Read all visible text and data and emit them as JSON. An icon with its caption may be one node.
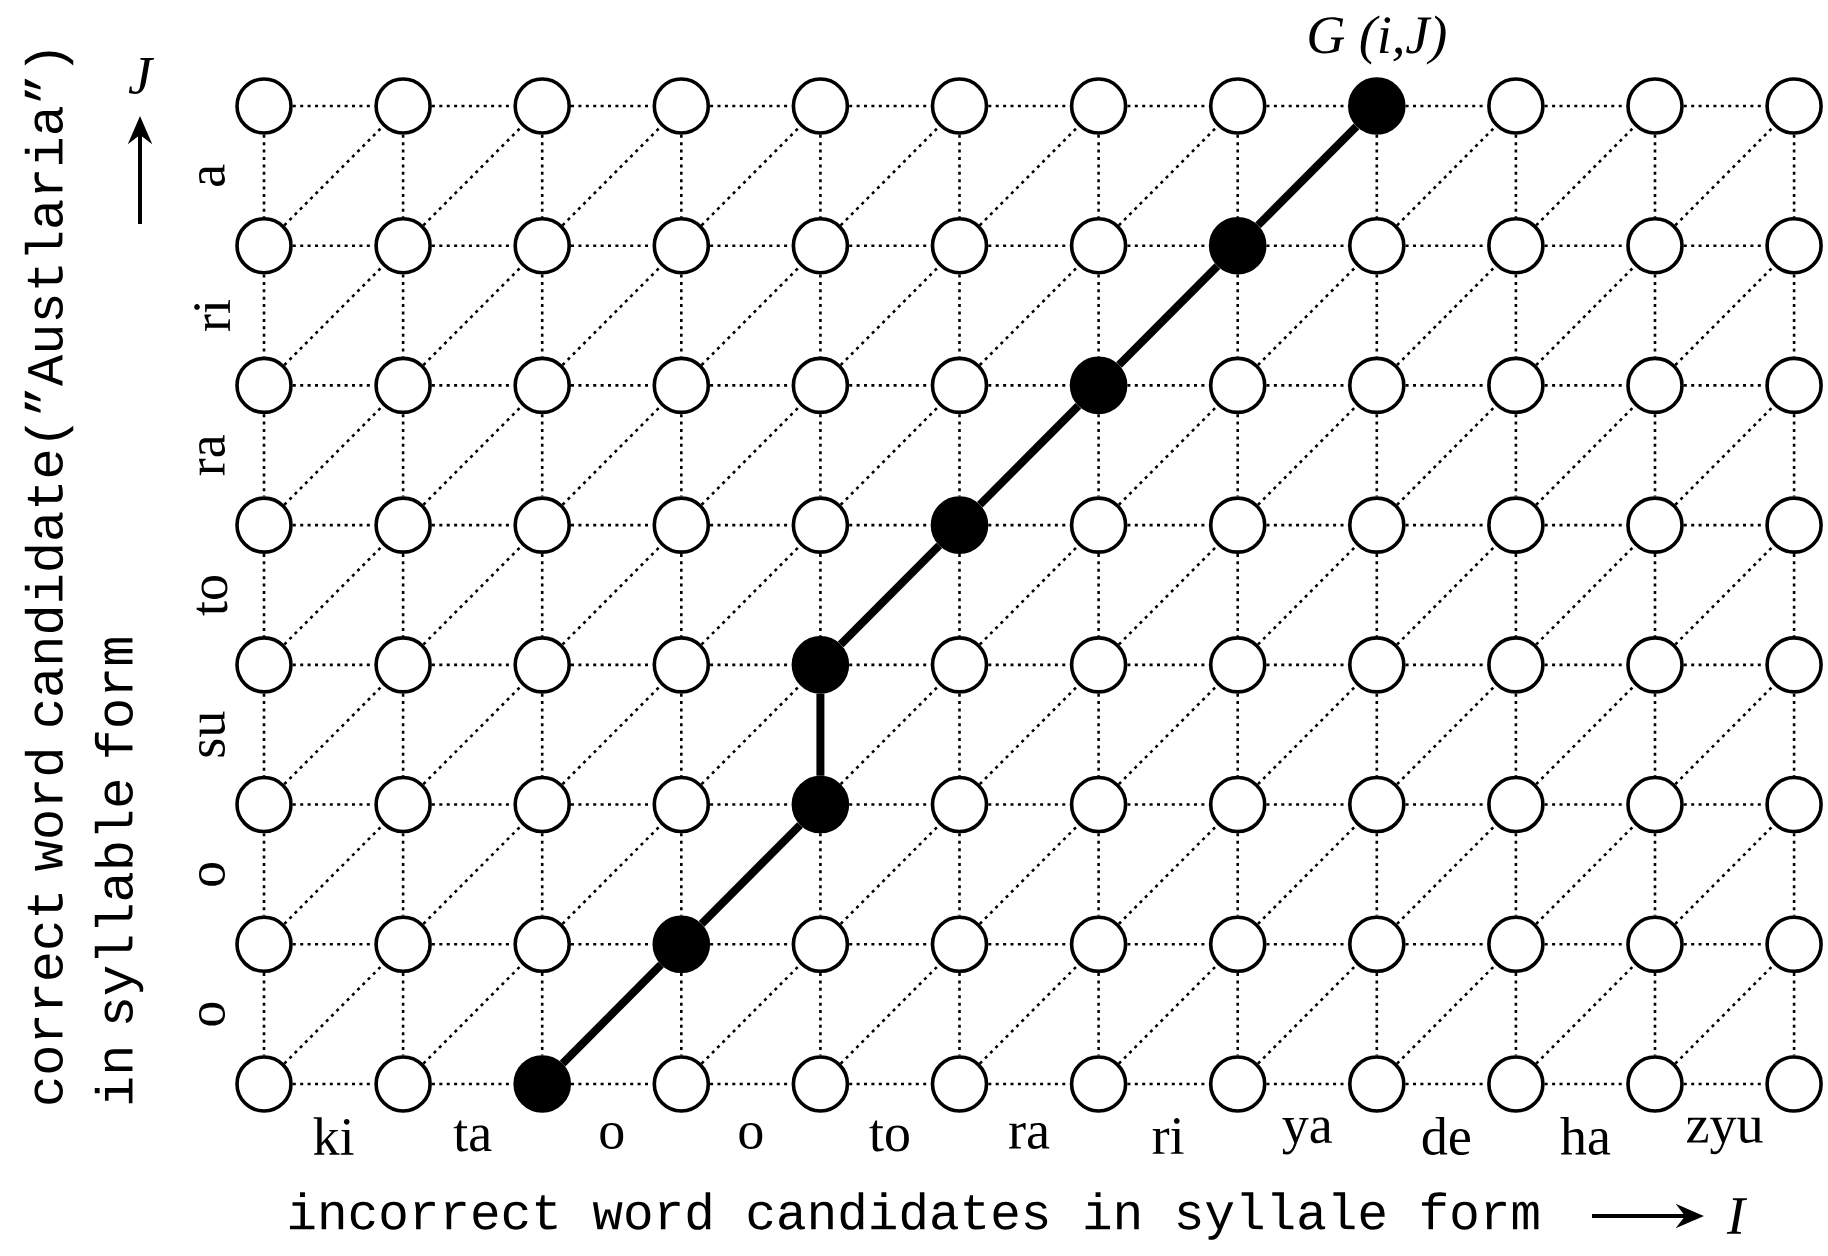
{
  "diagram": {
    "nodes": [
      {
        "text": [],
        "shape": "circle"
      },
      {
        "text": [],
        "shape": "circle"
      },
      {
        "text": [],
        "shape": "circle"
      },
      {
        "text": [],
        "shape": "circle"
      },
      {
        "text": [],
        "shape": "circle"
      },
      {
        "text": [],
        "shape": "circle"
      },
      {
        "text": [],
        "shape": "circle"
      },
      {
        "text": [],
        "shape": "circle"
      },
      {
        "text": [],
        "shape": "circle"
      },
      {
        "text": [],
        "shape": "circle"
      },
      {
        "text": [],
        "shape": "circle"
      },
      {
        "text": [],
        "shape": "circle"
      },
      {
        "text": [],
        "shape": "circle"
      },
      {
        "text": [],
        "shape": "circle"
      },
      {
        "text": [],
        "shape": "circle"
      },
      {
        "text": [],
        "shape": "circle"
      },
      {
        "text": [],
        "shape": "circle"
      },
      {
        "text": [],
        "shape": "circle"
      },
      {
        "text": [],
        "shape": "circle"
      },
      {
        "text": [],
        "shape": "circle"
      },
      {
        "text": [],
        "shape": "circle"
      },
      {
        "text": [],
        "shape": "circle"
      },
      {
        "text": [],
        "shape": "circle"
      },
      {
        "text": [],
        "shape": "circle"
      },
      {
        "text": [],
        "shape": "circle"
      },
      {
        "text": [],
        "shape": "circle"
      },
      {
        "text": [],
        "shape": "circle"
      },
      {
        "text": [],
        "shape": "circle"
      },
      {
        "text": [],
        "shape": "circle"
      },
      {
        "text": [],
        "shape": "circle"
      },
      {
        "text": [],
        "shape": "circle"
      },
      {
        "text": [],
        "shape": "circle"
      },
      {
        "text": [],
        "shape": "circle"
      },
      {
        "text": [],
        "shape": "circle"
      },
      {
        "text": [],
        "shape": "circle"
      },
      {
        "text": [],
        "shape": "circle"
      },
      {
        "text": [],
        "shape": "circle"
      },
      {
        "text": [],
        "shape": "circle"
      },
      {
        "text": [],
        "shape": "circle"
      },
      {
        "text": [],
        "shape": "circle"
      },
      {
        "text": [],
        "shape": "circle"
      },
      {
        "text": [],
        "shape": "circle"
      },
      {
        "text": [],
        "shape": "circle"
      },
      {
        "text": [],
        "shape": "circle"
      },
      {
        "text": [],
        "shape": "circle"
      },
      {
        "text": [],
        "shape": "circle"
      },
      {
        "text": [],
        "shape": "circle"
      },
      {
        "text": [],
        "shape": "circle"
      },
      {
        "text": [],
        "shape": "circle"
      },
      {
        "text": [],
        "shape": "circle"
      },
      {
        "text": [],
        "shape": "circle"
      },
      {
        "text": [],
        "shape": "circle"
      },
      {
        "text": [],
        "shape": "circle"
      },
      {
        "text": [],
        "shape": "circle"
      },
      {
        "text": [],
        "shape": "circle"
      },
      {
        "text": [],
        "shape": "circle"
      },
      {
        "text": [],
        "shape": "circle"
      },
      {
        "text": [],
        "shape": "circle"
      },
      {
        "text": [],
        "shape": "circle"
      },
      {
        "text": [],
        "shape": "circle"
      },
      {
        "text": [],
        "shape": "circle"
      },
      {
        "text": [],
        "shape": "circle"
      },
      {
        "text": [],
        "shape": "circle"
      },
      {
        "text": [],
        "shape": "circle"
      },
      {
        "text": [],
        "shape": "circle"
      },
      {
        "text": [],
        "shape": "circle"
      },
      {
        "text": [],
        "shape": "circle"
      },
      {
        "text": [],
        "shape": "circle"
      },
      {
        "text": [],
        "shape": "circle"
      },
      {
        "text": [],
        "shape": "circle"
      },
      {
        "text": [],
        "shape": "circle"
      },
      {
        "text": [],
        "shape": "circle"
      },
      {
        "text": [],
        "shape": "circle"
      },
      {
        "text": [],
        "shape": "circle"
      },
      {
        "text": [],
        "shape": "circle"
      },
      {
        "text": [],
        "shape": "circle"
      },
      {
        "text": [],
        "shape": "circle"
      },
      {
        "text": [],
        "shape": "circle"
      },
      {
        "text": [],
        "shape": "circle"
      },
      {
        "text": [],
        "shape": "circle"
      },
      {
        "text": [],
        "shape": "circle"
      },
      {
        "text": [],
        "shape": "circle"
      },
      {
        "text": [],
        "shape": "circle"
      },
      {
        "text": [],
        "shape": "circle"
      },
      {
        "text": [],
        "shape": "circle"
      },
      {
        "text": [],
        "shape": "circle"
      },
      {
        "text": [],
        "shape": "circle"
      },
      {
        "text": [],
        "shape": "circle"
      },
      {
        "text": [],
        "shape": "circle"
      },
      {
        "text": [],
        "shape": "circle"
      },
      {
        "text": [],
        "shape": "circle"
      },
      {
        "text": [],
        "shape": "circle"
      },
      {
        "text": [],
        "shape": "circle"
      },
      {
        "text": [],
        "shape": "circle"
      },
      {
        "text": [],
        "shape": "circle"
      },
      {
        "text": [],
        "shape": "circle"
      }
    ],
    "edges": [
      {
        "from": 0,
        "to": 1,
        "arrow": "none",
        "style": "dashed"
      },
      {
        "from": 1,
        "to": 2,
        "arrow": "none",
        "style": "dashed"
      },
      {
        "from": 2,
        "to": 3,
        "arrow": "none",
        "style": "dashed"
      },
      {
        "from": 3,
        "to": 4,
        "arrow": "none",
        "style": "dashed"
      },
      {
        "from": 4,
        "to": 5,
        "arrow": "none",
        "style": "dashed"
      },
      {
        "from": 5,
        "to": 6,
        "arrow": "none",
        "style": "dashed"
      },
      {
        "from": 6,
        "to": 7,
        "arrow": "none",
        "style": "dashed"
      },
      {
        "from": 7,
        "to": 8,
        "arrow": "none",
        "style": "dashed"
      },
      {
        "from": 8,
        "to": 9,
        "arrow": "none",
        "style": "dashed"
      },
      {
        "from": 9,
        "to": 10,
        "arrow": "none",
        "style": "dashed"
      },
      {
        "from": 10,
        "to": 11,
        "arrow": "none",
        "style": "dashed"
      },
      {
        "from": 12,
        "to": 13,
        "arrow": "none",
        "style": "dashed"
      },
      {
        "from": 13,
        "to": 14,
        "arrow": "none",
        "style": "dashed"
      },
      {
        "from": 14,
        "to": 15,
        "arrow": "none",
        "style": "dashed"
      },
      {
        "from": 15,
        "to": 16,
        "arrow": "none",
        "style": "dashed"
      },
      {
        "from": 16,
        "to": 17,
        "arrow": "none",
        "style": "dashed"
      },
      {
        "from": 17,
        "to": 18,
        "arrow": "none",
        "style": "dashed"
      },
      {
        "from": 18,
        "to": 19,
        "arrow": "none",
        "style": "dashed"
      },
      {
        "from": 19,
        "to": 20,
        "arrow": "none",
        "style": "dashed"
      },
      {
        "from": 20,
        "to": 21,
        "arrow": "none",
        "style": "dashed"
      },
      {
        "from": 21,
        "to": 22,
        "arrow": "none",
        "style": "dashed"
      },
      {
        "from": 22,
        "to": 23,
        "arrow": "none",
        "style": "dashed"
      },
      {
        "from": 24,
        "to": 25,
        "arrow": "none",
        "style": "dashed"
      },
      {
        "from": 25,
        "to": 26,
        "arrow": "none",
        "style": "dashed"
      },
      {
        "from": 26,
        "to": 27,
        "arrow": "none",
        "style": "dashed"
      },
      {
        "from": 27,
        "to": 28,
        "arrow": "none",
        "style": "dashed"
      },
      {
        "from": 28,
        "to": 29,
        "arrow": "none",
        "style": "dashed"
      },
      {
        "from": 29,
        "to": 30,
        "arrow": "none",
        "style": "dashed"
      },
      {
        "from": 30,
        "to": 31,
        "arrow": "none",
        "style": "dashed"
      },
      {
        "from": 31,
        "to": 32,
        "arrow": "none",
        "style": "dashed"
      },
      {
        "from": 32,
        "to": 33,
        "arrow": "none",
        "style": "dashed"
      },
      {
        "from": 33,
        "to": 34,
        "arrow": "none",
        "style": "dashed"
      },
      {
        "from": 34,
        "to": 35,
        "arrow": "none",
        "style": "dashed"
      },
      {
        "from": 36,
        "to": 37,
        "arrow": "none",
        "style": "dashed"
      },
      {
        "from": 37,
        "to": 38,
        "arrow": "none",
        "style": "dashed"
      },
      {
        "from": 38,
        "to": 39,
        "arrow": "none",
        "style": "dashed"
      },
      {
        "from": 39,
        "to": 40,
        "arrow": "none",
        "style": "dashed"
      },
      {
        "from": 40,
        "to": 41,
        "arrow": "none",
        "style": "dashed"
      },
      {
        "from": 41,
        "to": 42,
        "arrow": "none",
        "style": "dashed"
      },
      {
        "from": 42,
        "to": 43,
        "arrow": "none",
        "style": "dashed"
      },
      {
        "from": 43,
        "to": 44,
        "arrow": "none",
        "style": "dashed"
      },
      {
        "from": 44,
        "to": 45,
        "arrow": "none",
        "style": "dashed"
      },
      {
        "from": 45,
        "to": 46,
        "arrow": "none",
        "style": "dashed"
      },
      {
        "from": 46,
        "to": 47,
        "arrow": "none",
        "style": "dashed"
      },
      {
        "from": 48,
        "to": 49,
        "arrow": "none",
        "style": "dashed"
      },
      {
        "from": 49,
        "to": 50,
        "arrow": "none",
        "style": "dashed"
      },
      {
        "from": 50,
        "to": 51,
        "arrow": "none",
        "style": "dashed"
      },
      {
        "from": 51,
        "to": 52,
        "arrow": "none",
        "style": "dashed"
      },
      {
        "from": 52,
        "to": 53,
        "arrow": "none",
        "style": "dashed"
      },
      {
        "from": 53,
        "to": 54,
        "arrow": "none",
        "style": "dashed"
      },
      {
        "from": 54,
        "to": 55,
        "arrow": "none",
        "style": "dashed"
      },
      {
        "from": 55,
        "to": 56,
        "arrow": "none",
        "style": "dashed"
      },
      {
        "from": 56,
        "to": 57,
        "arrow": "none",
        "style": "dashed"
      },
      {
        "from": 57,
        "to": 58,
        "arrow": "none",
        "style": "dashed"
      },
      {
        "from": 58,
        "to": 59,
        "arrow": "none",
        "style": "dashed"
      },
      {
        "from": 60,
        "to": 61,
        "arrow": "none",
        "style": "dashed"
      },
      {
        "from": 61,
        "to": 62,
        "arrow": "none",
        "style": "dashed"
      },
      {
        "from": 62,
        "to": 63,
        "arrow": "none",
        "style": "dashed"
      },
      {
        "from": 63,
        "to": 64,
        "arrow": "none",
        "style": "dashed"
      },
      {
        "from": 64,
        "to": 65,
        "arrow": "none",
        "style": "dashed"
      },
      {
        "from": 65,
        "to": 66,
        "arrow": "none",
        "style": "dashed"
      },
      {
        "from": 66,
        "to": 67,
        "arrow": "none",
        "style": "dashed"
      },
      {
        "from": 67,
        "to": 68,
        "arrow": "none",
        "style": "dashed"
      },
      {
        "from": 68,
        "to": 69,
        "arrow": "none",
        "style": "dashed"
      },
      {
        "from": 69,
        "to": 70,
        "arrow": "none",
        "style": "dashed"
      },
      {
        "from": 70,
        "to": 71,
        "arrow": "none",
        "style": "dashed"
      },
      {
        "from": 72,
        "to": 73,
        "arrow": "none",
        "style": "dashed"
      },
      {
        "from": 73,
        "to": 74,
        "arrow": "none",
        "style": "dashed"
      },
      {
        "from": 74,
        "to": 75,
        "arrow": "none",
        "style": "dashed"
      },
      {
        "from": 75,
        "to": 76,
        "arrow": "none",
        "style": "dashed"
      },
      {
        "from": 76,
        "to": 77,
        "arrow": "none",
        "style": "dashed"
      },
      {
        "from": 77,
        "to": 78,
        "arrow": "none",
        "style": "dashed"
      },
      {
        "from": 78,
        "to": 79,
        "arrow": "none",
        "style": "dashed"
      },
      {
        "from": 79,
        "to": 80,
        "arrow": "none",
        "style": "dashed"
      },
      {
        "from": 80,
        "to": 81,
        "arrow": "none",
        "style": "dashed"
      },
      {
        "from": 81,
        "to": 82,
        "arrow": "none",
        "style": "dashed"
      },
      {
        "from": 82,
        "to": 83,
        "arrow": "none",
        "style": "dashed"
      },
      {
        "from": 84,
        "to": 85,
        "arrow": "none",
        "style": "dashed"
      },
      {
        "from": 85,
        "to": 86,
        "arrow": "none",
        "style": "dashed"
      },
      {
        "from": 86,
        "to": 87,
        "arrow": "none",
        "style": "dashed"
      },
      {
        "from": 87,
        "to": 88,
        "arrow": "none",
        "style": "dashed"
      },
      {
        "from": 88,
        "to": 89,
        "arrow": "none",
        "style": "dashed"
      },
      {
        "from": 89,
        "to": 90,
        "arrow": "none",
        "style": "dashed"
      },
      {
        "from": 90,
        "to": 91,
        "arrow": "none",
        "style": "dashed"
      },
      {
        "from": 91,
        "to": 92,
        "arrow": "none",
        "style": "dashed"
      },
      {
        "from": 92,
        "to": 93,
        "arrow": "none",
        "style": "dashed"
      },
      {
        "from": 93,
        "to": 94,
        "arrow": "none",
        "style": "dashed"
      },
      {
        "from": 94,
        "to": 95,
        "arrow": "none",
        "style": "dashed"
      },
      {
        "from": 0,
        "to": 12,
        "arrow": "none",
        "style": "dashed"
      },
      {
        "from": 1,
        "to": 13,
        "arrow": "none",
        "style": "dashed"
      },
      {
        "from": 2,
        "to": 14,
        "arrow": "none",
        "style": "dashed"
      },
      {
        "from": 3,
        "to": 15,
        "arrow": "none",
        "style": "dashed"
      },
      {
        "from": 4,
        "to": 16,
        "arrow": "none",
        "style": "dashed"
      },
      {
        "from": 5,
        "to": 17,
        "arrow": "none",
        "style": "dashed"
      },
      {
        "from": 6,
        "to": 18,
        "arrow": "none",
        "style": "dashed"
      },
      {
        "from": 7,
        "to": 19,
        "arrow": "none",
        "style": "dashed"
      },
      {
        "from": 8,
        "to": 20,
        "arrow": "none",
        "style": "dashed"
      },
      {
        "from": 9,
        "to": 21,
        "arrow": "none",
        "style": "dashed"
      },
      {
        "from": 10,
        "to": 22,
        "arrow": "none",
        "style": "dashed"
      },
      {
        "from": 11,
        "to": 23,
        "arrow": "none",
        "style": "dashed"
      },
      {
        "from": 12,
        "to": 24,
        "arrow": "none",
        "style": "dashed"
      },
      {
        "from": 13,
        "to": 25,
        "arrow": "none",
        "style": "dashed"
      },
      {
        "from": 14,
        "to": 26,
        "arrow": "none",
        "style": "dashed"
      },
      {
        "from": 15,
        "to": 27,
        "arrow": "none",
        "style": "dashed"
      },
      {
        "from": 16,
        "to": 28,
        "arrow": "none",
        "style": "dashed"
      },
      {
        "from": 17,
        "to": 29,
        "arrow": "none",
        "style": "dashed"
      },
      {
        "from": 18,
        "to": 30,
        "arrow": "none",
        "style": "dashed"
      },
      {
        "from": 19,
        "to": 31,
        "arrow": "none",
        "style": "dashed"
      },
      {
        "from": 20,
        "to": 32,
        "arrow": "none",
        "style": "dashed"
      },
      {
        "from": 21,
        "to": 33,
        "arrow": "none",
        "style": "dashed"
      },
      {
        "from": 22,
        "to": 34,
        "arrow": "none",
        "style": "dashed"
      },
      {
        "from": 23,
        "to": 35,
        "arrow": "none",
        "style": "dashed"
      },
      {
        "from": 24,
        "to": 36,
        "arrow": "none",
        "style": "dashed"
      },
      {
        "from": 25,
        "to": 37,
        "arrow": "none",
        "style": "dashed"
      },
      {
        "from": 26,
        "to": 38,
        "arrow": "none",
        "style": "dashed"
      },
      {
        "from": 27,
        "to": 39,
        "arrow": "none",
        "style": "dashed"
      },
      {
        "from": 28,
        "to": 40,
        "arrow": "none",
        "style": "dashed"
      },
      {
        "from": 29,
        "to": 41,
        "arrow": "none",
        "style": "dashed"
      },
      {
        "from": 30,
        "to": 42,
        "arrow": "none",
        "style": "dashed"
      },
      {
        "from": 31,
        "to": 43,
        "arrow": "none",
        "style": "dashed"
      },
      {
        "from": 32,
        "to": 44,
        "arrow": "none",
        "style": "dashed"
      },
      {
        "from": 33,
        "to": 45,
        "arrow": "none",
        "style": "dashed"
      },
      {
        "from": 34,
        "to": 46,
        "arrow": "none",
        "style": "dashed"
      },
      {
        "from": 35,
        "to": 47,
        "arrow": "none",
        "style": "dashed"
      },
      {
        "from": 36,
        "to": 48,
        "arrow": "none",
        "style": "dashed"
      },
      {
        "from": 37,
        "to": 49,
        "arrow": "none",
        "style": "dashed"
      },
      {
        "from": 38,
        "to": 50,
        "arrow": "none",
        "style": "dashed"
      },
      {
        "from": 39,
        "to": 51,
        "arrow": "none",
        "style": "dashed"
      },
      {
        "from": 40,
        "to": 52,
        "arrow": "none",
        "style": "dashed"
      },
      {
        "from": 41,
        "to": 53,
        "arrow": "none",
        "style": "dashed"
      },
      {
        "from": 42,
        "to": 54,
        "arrow": "none",
        "style": "dashed"
      },
      {
        "from": 43,
        "to": 55,
        "arrow": "none",
        "style": "dashed"
      },
      {
        "from": 44,
        "to": 56,
        "arrow": "none",
        "style": "dashed"
      },
      {
        "from": 45,
        "to": 57,
        "arrow": "none",
        "style": "dashed"
      },
      {
        "from": 46,
        "to": 58,
        "arrow": "none",
        "style": "dashed"
      },
      {
        "from": 47,
        "to": 59,
        "arrow": "none",
        "style": "dashed"
      },
      {
        "from": 48,
        "to": 60,
        "arrow": "none",
        "style": "dashed"
      },
      {
        "from": 49,
        "to": 61,
        "arrow": "none",
        "style": "dashed"
      },
      {
        "from": 50,
        "to": 62,
        "arrow": "none",
        "style": "dashed"
      },
      {
        "from": 51,
        "to": 63,
        "arrow": "none",
        "style": "dashed"
      },
      {
        "from": 52,
        "to": 64,
        "arrow": "none",
        "style": "thick"
      },
      {
        "from": 53,
        "to": 65,
        "arrow": "none",
        "style": "dashed"
      },
      {
        "from": 54,
        "to": 66,
        "arrow": "none",
        "style": "dashed"
      },
      {
        "from": 55,
        "to": 67,
        "arrow": "none",
        "style": "dashed"
      },
      {
        "from": 56,
        "to": 68,
        "arrow": "none",
        "style": "dashed"
      },
      {
        "from": 57,
        "to": 69,
        "arrow": "none",
        "style": "dashed"
      },
      {
        "from": 58,
        "to": 70,
        "arrow": "none",
        "style": "dashed"
      },
      {
        "from": 59,
        "to": 71,
        "arrow": "none",
        "style": "dashed"
      },
      {
        "from": 60,
        "to": 72,
        "arrow": "none",
        "style": "dashed"
      },
      {
        "from": 61,
        "to": 73,
        "arrow": "none",
        "style": "dashed"
      },
      {
        "from": 62,
        "to": 74,
        "arrow": "none",
        "style": "dashed"
      },
      {
        "from": 63,
        "to": 75,
        "arrow": "none",
        "style": "dashed"
      },
      {
        "from": 64,
        "to": 76,
        "arrow": "none",
        "style": "dashed"
      },
      {
        "from": 65,
        "to": 77,
        "arrow": "none",
        "style": "dashed"
      },
      {
        "from": 66,
        "to": 78,
        "arrow": "none",
        "style": "dashed"
      },
      {
        "from": 67,
        "to": 79,
        "arrow": "none",
        "style": "dashed"
      },
      {
        "from": 68,
        "to": 80,
        "arrow": "none",
        "style": "dashed"
      },
      {
        "from": 69,
        "to": 81,
        "arrow": "none",
        "style": "dashed"
      },
      {
        "from": 70,
        "to": 82,
        "arrow": "none",
        "style": "dashed"
      },
      {
        "from": 71,
        "to": 83,
        "arrow": "none",
        "style": "dashed"
      },
      {
        "from": 72,
        "to": 84,
        "arrow": "none",
        "style": "dashed"
      },
      {
        "from": 73,
        "to": 85,
        "arrow": "none",
        "style": "dashed"
      },
      {
        "from": 74,
        "to": 86,
        "arrow": "none",
        "style": "dashed"
      },
      {
        "from": 75,
        "to": 87,
        "arrow": "none",
        "style": "dashed"
      },
      {
        "from": 76,
        "to": 88,
        "arrow": "none",
        "style": "dashed"
      },
      {
        "from": 77,
        "to": 89,
        "arrow": "none",
        "style": "dashed"
      },
      {
        "from": 78,
        "to": 90,
        "arrow": "none",
        "style": "dashed"
      },
      {
        "from": 79,
        "to": 91,
        "arrow": "none",
        "style": "dashed"
      },
      {
        "from": 80,
        "to": 92,
        "arrow": "none",
        "style": "dashed"
      },
      {
        "from": 81,
        "to": 93,
        "arrow": "none",
        "style": "dashed"
      },
      {
        "from": 82,
        "to": 94,
        "arrow": "none",
        "style": "dashed"
      },
      {
        "from": 83,
        "to": 95,
        "arrow": "none",
        "style": "dashed"
      },
      {
        "from": 12,
        "to": 1,
        "arrow": "none",
        "style": "dashed"
      },
      {
        "from": 13,
        "to": 2,
        "arrow": "none",
        "style": "dashed"
      },
      {
        "from": 14,
        "to": 3,
        "arrow": "none",
        "style": "dashed"
      },
      {
        "from": 15,
        "to": 4,
        "arrow": "none",
        "style": "dashed"
      },
      {
        "from": 16,
        "to": 5,
        "arrow": "none",
        "style": "dashed"
      },
      {
        "from": 17,
        "to": 6,
        "arrow": "none",
        "style": "dashed"
      },
      {
        "from": 18,
        "to": 7,
        "arrow": "none",
        "style": "dashed"
      },
      {
        "from": 19,
        "to": 8,
        "arrow": "none",
        "style": "thick"
      },
      {
        "from": 20,
        "to": 9,
        "arrow": "none",
        "style": "dashed"
      },
      {
        "from": 21,
        "to": 10,
        "arrow": "none",
        "style": "dashed"
      },
      {
        "from": 22,
        "to": 11,
        "arrow": "none",
        "style": "dashed"
      },
      {
        "from": 24,
        "to": 13,
        "arrow": "none",
        "style": "dashed"
      },
      {
        "from": 25,
        "to": 14,
        "arrow": "none",
        "style": "dashed"
      },
      {
        "from": 26,
        "to": 15,
        "arrow": "none",
        "style": "dashed"
      },
      {
        "from": 27,
        "to": 16,
        "arrow": "none",
        "style": "dashed"
      },
      {
        "from": 28,
        "to": 17,
        "arrow": "none",
        "style": "dashed"
      },
      {
        "from": 29,
        "to": 18,
        "arrow": "none",
        "style": "dashed"
      },
      {
        "from": 30,
        "to": 19,
        "arrow": "none",
        "style": "thick"
      },
      {
        "from": 31,
        "to": 20,
        "arrow": "none",
        "style": "dashed"
      },
      {
        "from": 32,
        "to": 21,
        "arrow": "none",
        "style": "dashed"
      },
      {
        "from": 33,
        "to": 22,
        "arrow": "none",
        "style": "dashed"
      },
      {
        "from": 34,
        "to": 23,
        "arrow": "none",
        "style": "dashed"
      },
      {
        "from": 36,
        "to": 25,
        "arrow": "none",
        "style": "dashed"
      },
      {
        "from": 37,
        "to": 26,
        "arrow": "none",
        "style": "dashed"
      },
      {
        "from": 38,
        "to": 27,
        "arrow": "none",
        "style": "dashed"
      },
      {
        "from": 39,
        "to": 28,
        "arrow": "none",
        "style": "dashed"
      },
      {
        "from": 40,
        "to": 29,
        "arrow": "none",
        "style": "dashed"
      },
      {
        "from": 41,
        "to": 30,
        "arrow": "none",
        "style": "thick"
      },
      {
        "from": 42,
        "to": 31,
        "arrow": "none",
        "style": "dashed"
      },
      {
        "from": 43,
        "to": 32,
        "arrow": "none",
        "style": "dashed"
      },
      {
        "from": 44,
        "to": 33,
        "arrow": "none",
        "style": "dashed"
      },
      {
        "from": 45,
        "to": 34,
        "arrow": "none",
        "style": "dashed"
      },
      {
        "from": 46,
        "to": 35,
        "arrow": "none",
        "style": "dashed"
      },
      {
        "from": 48,
        "to": 37,
        "arrow": "none",
        "style": "dashed"
      },
      {
        "from": 49,
        "to": 38,
        "arrow": "none",
        "style": "dashed"
      },
      {
        "from": 50,
        "to": 39,
        "arrow": "none",
        "style": "dashed"
      },
      {
        "from": 51,
        "to": 40,
        "arrow": "none",
        "style": "dashed"
      },
      {
        "from": 52,
        "to": 41,
        "arrow": "none",
        "style": "thick"
      },
      {
        "from": 53,
        "to": 42,
        "arrow": "none",
        "style": "dashed"
      },
      {
        "from": 54,
        "to": 43,
        "arrow": "none",
        "style": "dashed"
      },
      {
        "from": 55,
        "to": 44,
        "arrow": "none",
        "style": "dashed"
      },
      {
        "from": 56,
        "to": 45,
        "arrow": "none",
        "style": "dashed"
      },
      {
        "from": 57,
        "to": 46,
        "arrow": "none",
        "style": "dashed"
      },
      {
        "from": 58,
        "to": 47,
        "arrow": "none",
        "style": "dashed"
      },
      {
        "from": 60,
        "to": 49,
        "arrow": "none",
        "style": "dashed"
      },
      {
        "from": 61,
        "to": 50,
        "arrow": "none",
        "style": "dashed"
      },
      {
        "from": 62,
        "to": 51,
        "arrow": "none",
        "style": "dashed"
      },
      {
        "from": 63,
        "to": 52,
        "arrow": "none",
        "style": "dashed"
      },
      {
        "from": 64,
        "to": 53,
        "arrow": "none",
        "style": "dashed"
      },
      {
        "from": 65,
        "to": 54,
        "arrow": "none",
        "style": "dashed"
      },
      {
        "from": 66,
        "to": 55,
        "arrow": "none",
        "style": "dashed"
      },
      {
        "from": 67,
        "to": 56,
        "arrow": "none",
        "style": "dashed"
      },
      {
        "from": 68,
        "to": 57,
        "arrow": "none",
        "style": "dashed"
      },
      {
        "from": 69,
        "to": 58,
        "arrow": "none",
        "style": "dashed"
      },
      {
        "from": 70,
        "to": 59,
        "arrow": "none",
        "style": "dashed"
      },
      {
        "from": 72,
        "to": 61,
        "arrow": "none",
        "style": "dashed"
      },
      {
        "from": 73,
        "to": 62,
        "arrow": "none",
        "style": "dashed"
      },
      {
        "from": 74,
        "to": 63,
        "arrow": "none",
        "style": "dashed"
      },
      {
        "from": 75,
        "to": 64,
        "arrow": "none",
        "style": "thick"
      },
      {
        "from": 76,
        "to": 65,
        "arrow": "none",
        "style": "dashed"
      },
      {
        "from": 77,
        "to": 66,
        "arrow": "none",
        "style": "dashed"
      },
      {
        "from": 78,
        "to": 67,
        "arrow": "none",
        "style": "dashed"
      },
      {
        "from": 79,
        "to": 68,
        "arrow": "none",
        "style": "dashed"
      },
      {
        "from": 80,
        "to": 69,
        "arrow": "none",
        "style": "dashed"
      },
      {
        "from": 81,
        "to": 70,
        "arrow": "none",
        "style": "dashed"
      },
      {
        "from": 82,
        "to": 71,
        "arrow": "none",
        "style": "dashed"
      },
      {
        "from": 84,
        "to": 73,
        "arrow": "none",
        "style": "dashed"
      },
      {
        "from": 85,
        "to": 74,
        "arrow": "none",
        "style": "dashed"
      },
      {
        "from": 86,
        "to": 75,
        "arrow": "none",
        "style": "thick"
      },
      {
        "from": 87,
        "to": 76,
        "arrow": "none",
        "style": "dashed"
      },
      {
        "from": 88,
        "to": 77,
        "arrow": "none",
        "style": "dashed"
      },
      {
        "from": 89,
        "to": 78,
        "arrow": "none",
        "style": "dashed"
      },
      {
        "from": 90,
        "to": 79,
        "arrow": "none",
        "style": "dashed"
      },
      {
        "from": 91,
        "to": 80,
        "arrow": "none",
        "style": "dashed"
      },
      {
        "from": 92,
        "to": 81,
        "arrow": "none",
        "style": "dashed"
      },
      {
        "from": 93,
        "to": 82,
        "arrow": "none",
        "style": "dashed"
      },
      {
        "from": 94,
        "to": 83,
        "arrow": "none",
        "style": "dashed"
      }
    ],
    "labels": [
      "G (i,J)",
      "J",
      "correct word candidate(”Austlaria”) in syllable form",
      "o",
      "o",
      "su",
      "to",
      "ra",
      "ri",
      "a",
      "ki",
      "ta",
      "o",
      "o",
      "to",
      "ra",
      "ri",
      "ya",
      "de",
      "ha",
      "zyu",
      "incorrect word candidates in syllale form",
      "I"
    ]
  }
}
